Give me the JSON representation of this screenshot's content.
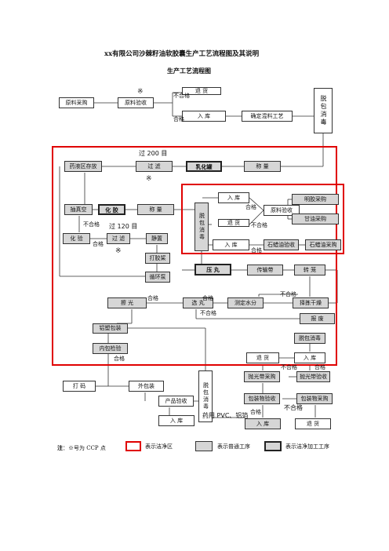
{
  "doc": {
    "title": "xx有限公司沙棘籽油软胶囊生产工艺流程图及其说明",
    "subtitle": "生产工艺流程图"
  },
  "nodes": {
    "raw_purchase": "原料采购",
    "raw_check": "原料验收",
    "return_top": "退  货",
    "stock_top": "入  库",
    "fix_material": "确定混料工艺",
    "sterilize_right": "脱包消毒",
    "store_solution": "药液区存放",
    "filter1": "过  滤",
    "emulsify": "乳化罐",
    "weigh1": "称  量",
    "stock2": "入  库",
    "gelatin_buy": "明胶采购",
    "raw_check2": "原料验收",
    "glycerin_buy": "甘油采购",
    "return2": "退  货",
    "stock3": "入  库",
    "gelatin_check": "石蜡油验收",
    "paraffin_buy": "石蜡油采购",
    "vacuum": "抽真空",
    "gel": "化  胶",
    "weigh2": "称  量",
    "sterilize_mid": "脱包消毒",
    "test1": "化  验",
    "filter2": "过  滤",
    "rest": "静置",
    "gel_tank": "打胶桨",
    "circ_pump": "循环泵",
    "press": "压  丸",
    "conveyor": "传输带",
    "tumble": "转  笼",
    "shape": "择拣干燥",
    "polish": "擦  光",
    "select": "选  丸",
    "moisture": "测定水分",
    "scrap": "报  废",
    "bottle_pack": "铝塑包装",
    "inner_check": "内包检验",
    "sterilize_low": "脱包消毒",
    "code": "打  码",
    "outer_pack": "外包装",
    "product_check": "产品验收",
    "stock_final": "入  库",
    "sterilize_pack": "脱包消毒",
    "return3": "退  货",
    "stock4": "入  库",
    "pvc_buy": "抛光带采购",
    "pvc_check": "抛光带验收",
    "pack_check": "包装物验收",
    "pack_buy": "包装物采购",
    "stock5": "入  库",
    "return4": "退  货"
  },
  "labels": {
    "ccp": "※",
    "unqualified": "不合格",
    "qualified": "合格",
    "filter200": "过 200 目",
    "filter120": "过 120 目",
    "pvc_note": "药用 PVC、铝箔"
  },
  "legend": {
    "note_prefix": "注",
    "note": "：※号为 CCP 点",
    "clean": "表示洁净区",
    "normal": "表示普通工序",
    "clean_process": "表示洁净加工工序"
  },
  "colors": {
    "clean_zone": "#e00000",
    "box_fill": "#d6d6d6"
  }
}
